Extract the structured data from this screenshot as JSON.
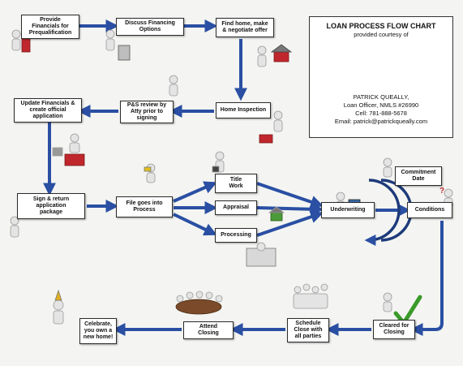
{
  "credit": {
    "title": "LOAN PROCESS FLOW CHART",
    "subtitle": "provided courtesy of",
    "name": "PATRICK QUEALLY,",
    "role": "Loan Officer, NMLS #26990",
    "cell": "Cell: 781-888-5678",
    "email": "Email: patrick@patrickqueally.com"
  },
  "steps": {
    "prequal": "Provide\nFinancials for\nPrequalification",
    "discuss": "Discuss Financing\nOptions",
    "find_home": "Find home, make\n& negotiate offer",
    "inspection": "Home Inspection",
    "ps_review": "P&S review by\nAtty prior to\nsigning",
    "update_fin": "Update Financials &\ncreate official\napplication",
    "sign_return": "Sign & return\napplication\npackage",
    "file_process": "File goes into\nProcess",
    "title_work": "Title\nWork",
    "appraisal": "Appraisal",
    "processing": "Processing",
    "underwriting": "Underwriting",
    "commitment": "Commitment\nDate",
    "conditions": "Conditions",
    "cleared": "Cleared for\nClosing",
    "schedule": "Schedule\nClose with\nall parties",
    "attend": "Attend\nClosing",
    "celebrate": "Celebrate,\nyou own a\nnew home!"
  },
  "colors": {
    "arrow": "#2a4fa3",
    "arrow_dark": "#1d3a7a",
    "figure": "#e9e9e9",
    "accent_red": "#c0272d",
    "check_green": "#3a9a2a"
  }
}
